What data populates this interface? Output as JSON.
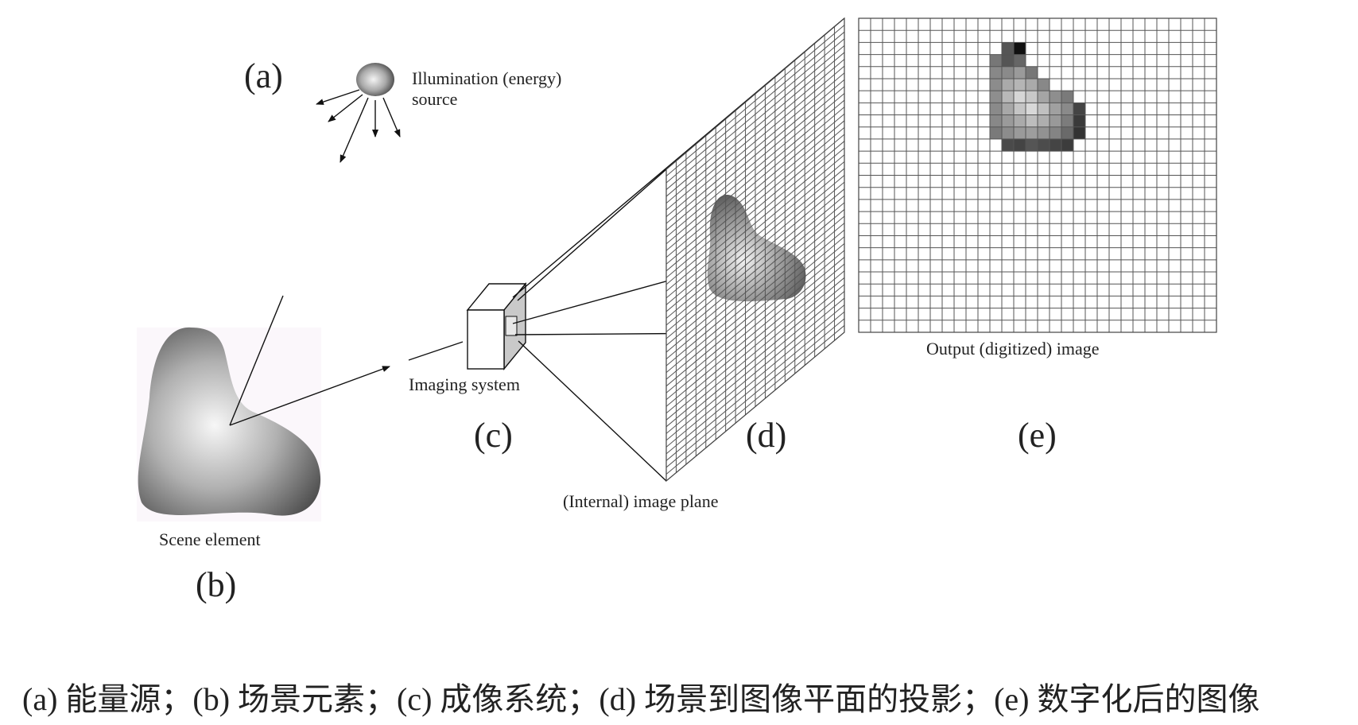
{
  "labels": {
    "a": "(a)",
    "b": "(b)",
    "c": "(c)",
    "d": "(d)",
    "e": "(e)"
  },
  "text": {
    "illumination_line1": "Illumination (energy)",
    "illumination_line2": "source",
    "scene_element": "Scene element",
    "imaging_system": "Imaging system",
    "image_plane": "(Internal) image plane",
    "output_image": "Output (digitized) image"
  },
  "caption": "(a) 能量源；(b) 场景元素；(c) 成像系统；(d) 场景到图像平面的投影；(e) 数字化后的图像",
  "output_grid": {
    "cols": 30,
    "rows": 26,
    "pixels": [
      [
        2,
        12,
        "#555555"
      ],
      [
        2,
        13,
        "#111111"
      ],
      [
        3,
        11,
        "#777777"
      ],
      [
        3,
        12,
        "#555555"
      ],
      [
        3,
        13,
        "#666666"
      ],
      [
        4,
        11,
        "#888888"
      ],
      [
        4,
        12,
        "#8a8a8a"
      ],
      [
        4,
        13,
        "#9a9a9a"
      ],
      [
        4,
        14,
        "#777777"
      ],
      [
        5,
        11,
        "#8c8c8c"
      ],
      [
        5,
        12,
        "#aaaaaa"
      ],
      [
        5,
        13,
        "#b5b5b5"
      ],
      [
        5,
        14,
        "#aaaaaa"
      ],
      [
        5,
        15,
        "#888888"
      ],
      [
        6,
        11,
        "#8e8e8e"
      ],
      [
        6,
        12,
        "#b8b8b8"
      ],
      [
        6,
        13,
        "#d6d6d6"
      ],
      [
        6,
        14,
        "#c8c8c8"
      ],
      [
        6,
        15,
        "#a5a5a5"
      ],
      [
        6,
        16,
        "#8e8e8e"
      ],
      [
        6,
        17,
        "#7a7a7a"
      ],
      [
        7,
        11,
        "#8a8a8a"
      ],
      [
        7,
        12,
        "#a8a8a8"
      ],
      [
        7,
        13,
        "#c5c5c5"
      ],
      [
        7,
        14,
        "#d8d8d8"
      ],
      [
        7,
        15,
        "#c0c0c0"
      ],
      [
        7,
        16,
        "#a0a0a0"
      ],
      [
        7,
        17,
        "#8a8a8a"
      ],
      [
        7,
        18,
        "#444444"
      ],
      [
        8,
        11,
        "#888888"
      ],
      [
        8,
        12,
        "#9a9a9a"
      ],
      [
        8,
        13,
        "#aaaaaa"
      ],
      [
        8,
        14,
        "#bdbdbd"
      ],
      [
        8,
        15,
        "#aeaeae"
      ],
      [
        8,
        16,
        "#999999"
      ],
      [
        8,
        17,
        "#7c7c7c"
      ],
      [
        8,
        18,
        "#3a3a3a"
      ],
      [
        9,
        11,
        "#7a7a7a"
      ],
      [
        9,
        12,
        "#8c8c8c"
      ],
      [
        9,
        13,
        "#9a9a9a"
      ],
      [
        9,
        14,
        "#9d9d9d"
      ],
      [
        9,
        15,
        "#929292"
      ],
      [
        9,
        16,
        "#848484"
      ],
      [
        9,
        17,
        "#6a6a6a"
      ],
      [
        9,
        18,
        "#333333"
      ],
      [
        10,
        12,
        "#4a4a4a"
      ],
      [
        10,
        13,
        "#444444"
      ],
      [
        10,
        14,
        "#555555"
      ],
      [
        10,
        15,
        "#4c4c4c"
      ],
      [
        10,
        16,
        "#444444"
      ],
      [
        10,
        17,
        "#3c3c3c"
      ]
    ]
  }
}
